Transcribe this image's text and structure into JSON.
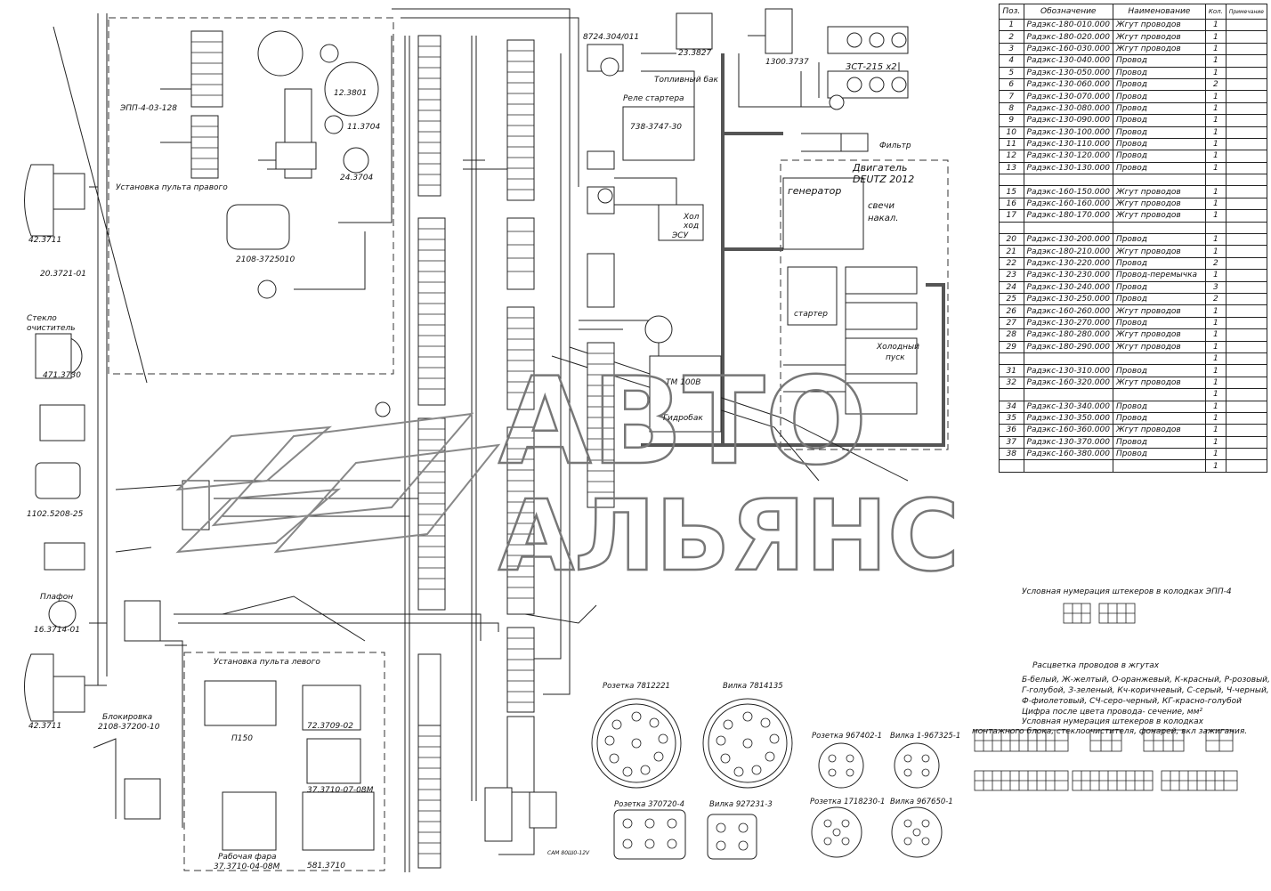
{
  "parts_table": {
    "headers": [
      "Поз.",
      "Обозначение",
      "Наименование",
      "Кол.",
      "Примечание"
    ],
    "rows": [
      [
        "1",
        "Радэкс-180-010.000",
        "Жгут проводов",
        "1",
        ""
      ],
      [
        "2",
        "Радэкс-180-020.000",
        "Жгут проводов",
        "1",
        ""
      ],
      [
        "3",
        "Радэкс-160-030.000",
        "Жгут проводов",
        "1",
        ""
      ],
      [
        "4",
        "Радэкс-130-040.000",
        "Провод",
        "1",
        ""
      ],
      [
        "5",
        "Радэкс-130-050.000",
        "Провод",
        "1",
        ""
      ],
      [
        "6",
        "Радэкс-130-060.000",
        "Провод",
        "2",
        ""
      ],
      [
        "7",
        "Радэкс-130-070.000",
        "Провод",
        "1",
        ""
      ],
      [
        "8",
        "Радэкс-130-080.000",
        "Провод",
        "1",
        ""
      ],
      [
        "9",
        "Радэкс-130-090.000",
        "Провод",
        "1",
        ""
      ],
      [
        "10",
        "Радэкс-130-100.000",
        "Провод",
        "1",
        ""
      ],
      [
        "11",
        "Радэкс-130-110.000",
        "Провод",
        "1",
        ""
      ],
      [
        "12",
        "Радэкс-130-120.000",
        "Провод",
        "1",
        ""
      ],
      [
        "13",
        "Радэкс-130-130.000",
        "Провод",
        "1",
        ""
      ],
      [
        "",
        "",
        "",
        "",
        ""
      ],
      [
        "15",
        "Радэкс-160-150.000",
        "Жгут проводов",
        "1",
        ""
      ],
      [
        "16",
        "Радэкс-160-160.000",
        "Жгут проводов",
        "1",
        ""
      ],
      [
        "17",
        "Радэкс-180-170.000",
        "Жгут проводов",
        "1",
        ""
      ],
      [
        "",
        "",
        "",
        "",
        ""
      ],
      [
        "20",
        "Радэкс-130-200.000",
        "Провод",
        "1",
        ""
      ],
      [
        "21",
        "Радэкс-180-210.000",
        "Жгут проводов",
        "1",
        ""
      ],
      [
        "22",
        "Радэкс-130-220.000",
        "Провод",
        "2",
        ""
      ],
      [
        "23",
        "Радэкс-130-230.000",
        "Провод-перемычка",
        "1",
        ""
      ],
      [
        "24",
        "Радэкс-130-240.000",
        "Провод",
        "3",
        ""
      ],
      [
        "25",
        "Радэкс-130-250.000",
        "Провод",
        "2",
        ""
      ],
      [
        "26",
        "Радэкс-160-260.000",
        "Жгут проводов",
        "1",
        ""
      ],
      [
        "27",
        "Радэкс-130-270.000",
        "Провод",
        "1",
        ""
      ],
      [
        "28",
        "Радэкс-180-280.000",
        "Жгут проводов",
        "1",
        ""
      ],
      [
        "29",
        "Радэкс-180-290.000",
        "Жгут проводов",
        "1",
        ""
      ],
      [
        "",
        "",
        "",
        "1",
        ""
      ],
      [
        "31",
        "Радэкс-130-310.000",
        "Провод",
        "1",
        ""
      ],
      [
        "32",
        "Радэкс-160-320.000",
        "Жгут проводов",
        "1",
        ""
      ],
      [
        "",
        "",
        "",
        "1",
        ""
      ],
      [
        "34",
        "Радэкс-130-340.000",
        "Провод",
        "1",
        ""
      ],
      [
        "35",
        "Радэкс-130-350.000",
        "Провод",
        "1",
        ""
      ],
      [
        "36",
        "Радэкс-160-360.000",
        "Жгут проводов",
        "1",
        ""
      ],
      [
        "37",
        "Радэкс-130-370.000",
        "Провод",
        "1",
        ""
      ],
      [
        "38",
        "Радэкс-160-380.000",
        "Провод",
        "1",
        ""
      ],
      [
        "",
        "",
        "",
        "1",
        ""
      ]
    ]
  },
  "notes": {
    "plug_numbering_epp": "Условная нумерация штекеров в колодках ЭПП-4",
    "colors_title": "Расцветка проводов в жгутах",
    "colors_line1": "Б-белый, Ж-желтый, О-оранжевый, К-красный, Р-розовый,",
    "colors_line2": "Г-голубой, З-зеленый, Кч-коричневый, С-серый, Ч-черный,",
    "colors_line3": "Ф-фиолетовый, СЧ-серо-черный, КГ-красно-голубой",
    "colors_line4": "Цифра после цвета провода- сечение, мм²",
    "plug_numbering_block1": "Условная нумерация штекеров в колодках",
    "plug_numbering_block2": "монтажного блока, стеклоочистителя, фонарей, вкл зажигания."
  },
  "labels": {
    "right_panel": "Установка пульта правого",
    "left_panel": "Установка пульта левого",
    "engine": "Двигатель",
    "engine_model": "DEUTZ 2012",
    "generator": "генератор",
    "glow_plugs1": "свечи",
    "glow_plugs2": "накал.",
    "starter": "стартер",
    "fuel_tank": "Топливный бак",
    "starter_relay": "Реле стартера",
    "relay_part": "738-3747-30",
    "filter": "Фильтр",
    "hydro_tank": "Гидробак",
    "tm": "ТМ 100В",
    "battery": "3СТ-215 х2",
    "glass_cleaner1": "Стекло",
    "glass_cleaner2": "очиститель",
    "lamp": "Плафон",
    "lamp_part": "16.3714-01",
    "blocking": "Блокировка",
    "blocking_part": "2108-37200-10",
    "work_light": "Рабочая фара",
    "work_light_part": "37.3710-04-08М",
    "epp": "ЭПП-4-03-128",
    "gen_part": "12.3801",
    "esu": "ЭСУ",
    "idle1": "Хол",
    "idle2": "ход",
    "p150": "П150",
    "p72": "72.3709-02",
    "p37": "37.3710-07-08М",
    "p581": "581.3710",
    "p42a": "42.3711",
    "p42b": "42.3711",
    "p20": "20.3721-01",
    "p471": "471.3730",
    "p1102": "1102.5208-25",
    "p2108": "2108-3725010",
    "p24": "24.3704",
    "p11": "11.3704",
    "p1": "1300.3737",
    "p23": "23.3827",
    "p8724": "8724.304/011",
    "cold_start1": "Холодный",
    "cold_start2": "пуск",
    "cable": "САМ 80Ш0-12V",
    "watermark1": "АВТО",
    "watermark2": "АЛЬЯНС"
  },
  "connectors": {
    "r1": "Розетка 7812221",
    "r2": "Вилка 7814135",
    "r3": "Розетка 967402-1",
    "r4": "Вилка 1-967325-1",
    "r5": "Розетка 1718230-1",
    "r6": "Вилка 967650-1",
    "r7": "Розетка 370720-4",
    "r8": "Вилка 927231-3"
  }
}
